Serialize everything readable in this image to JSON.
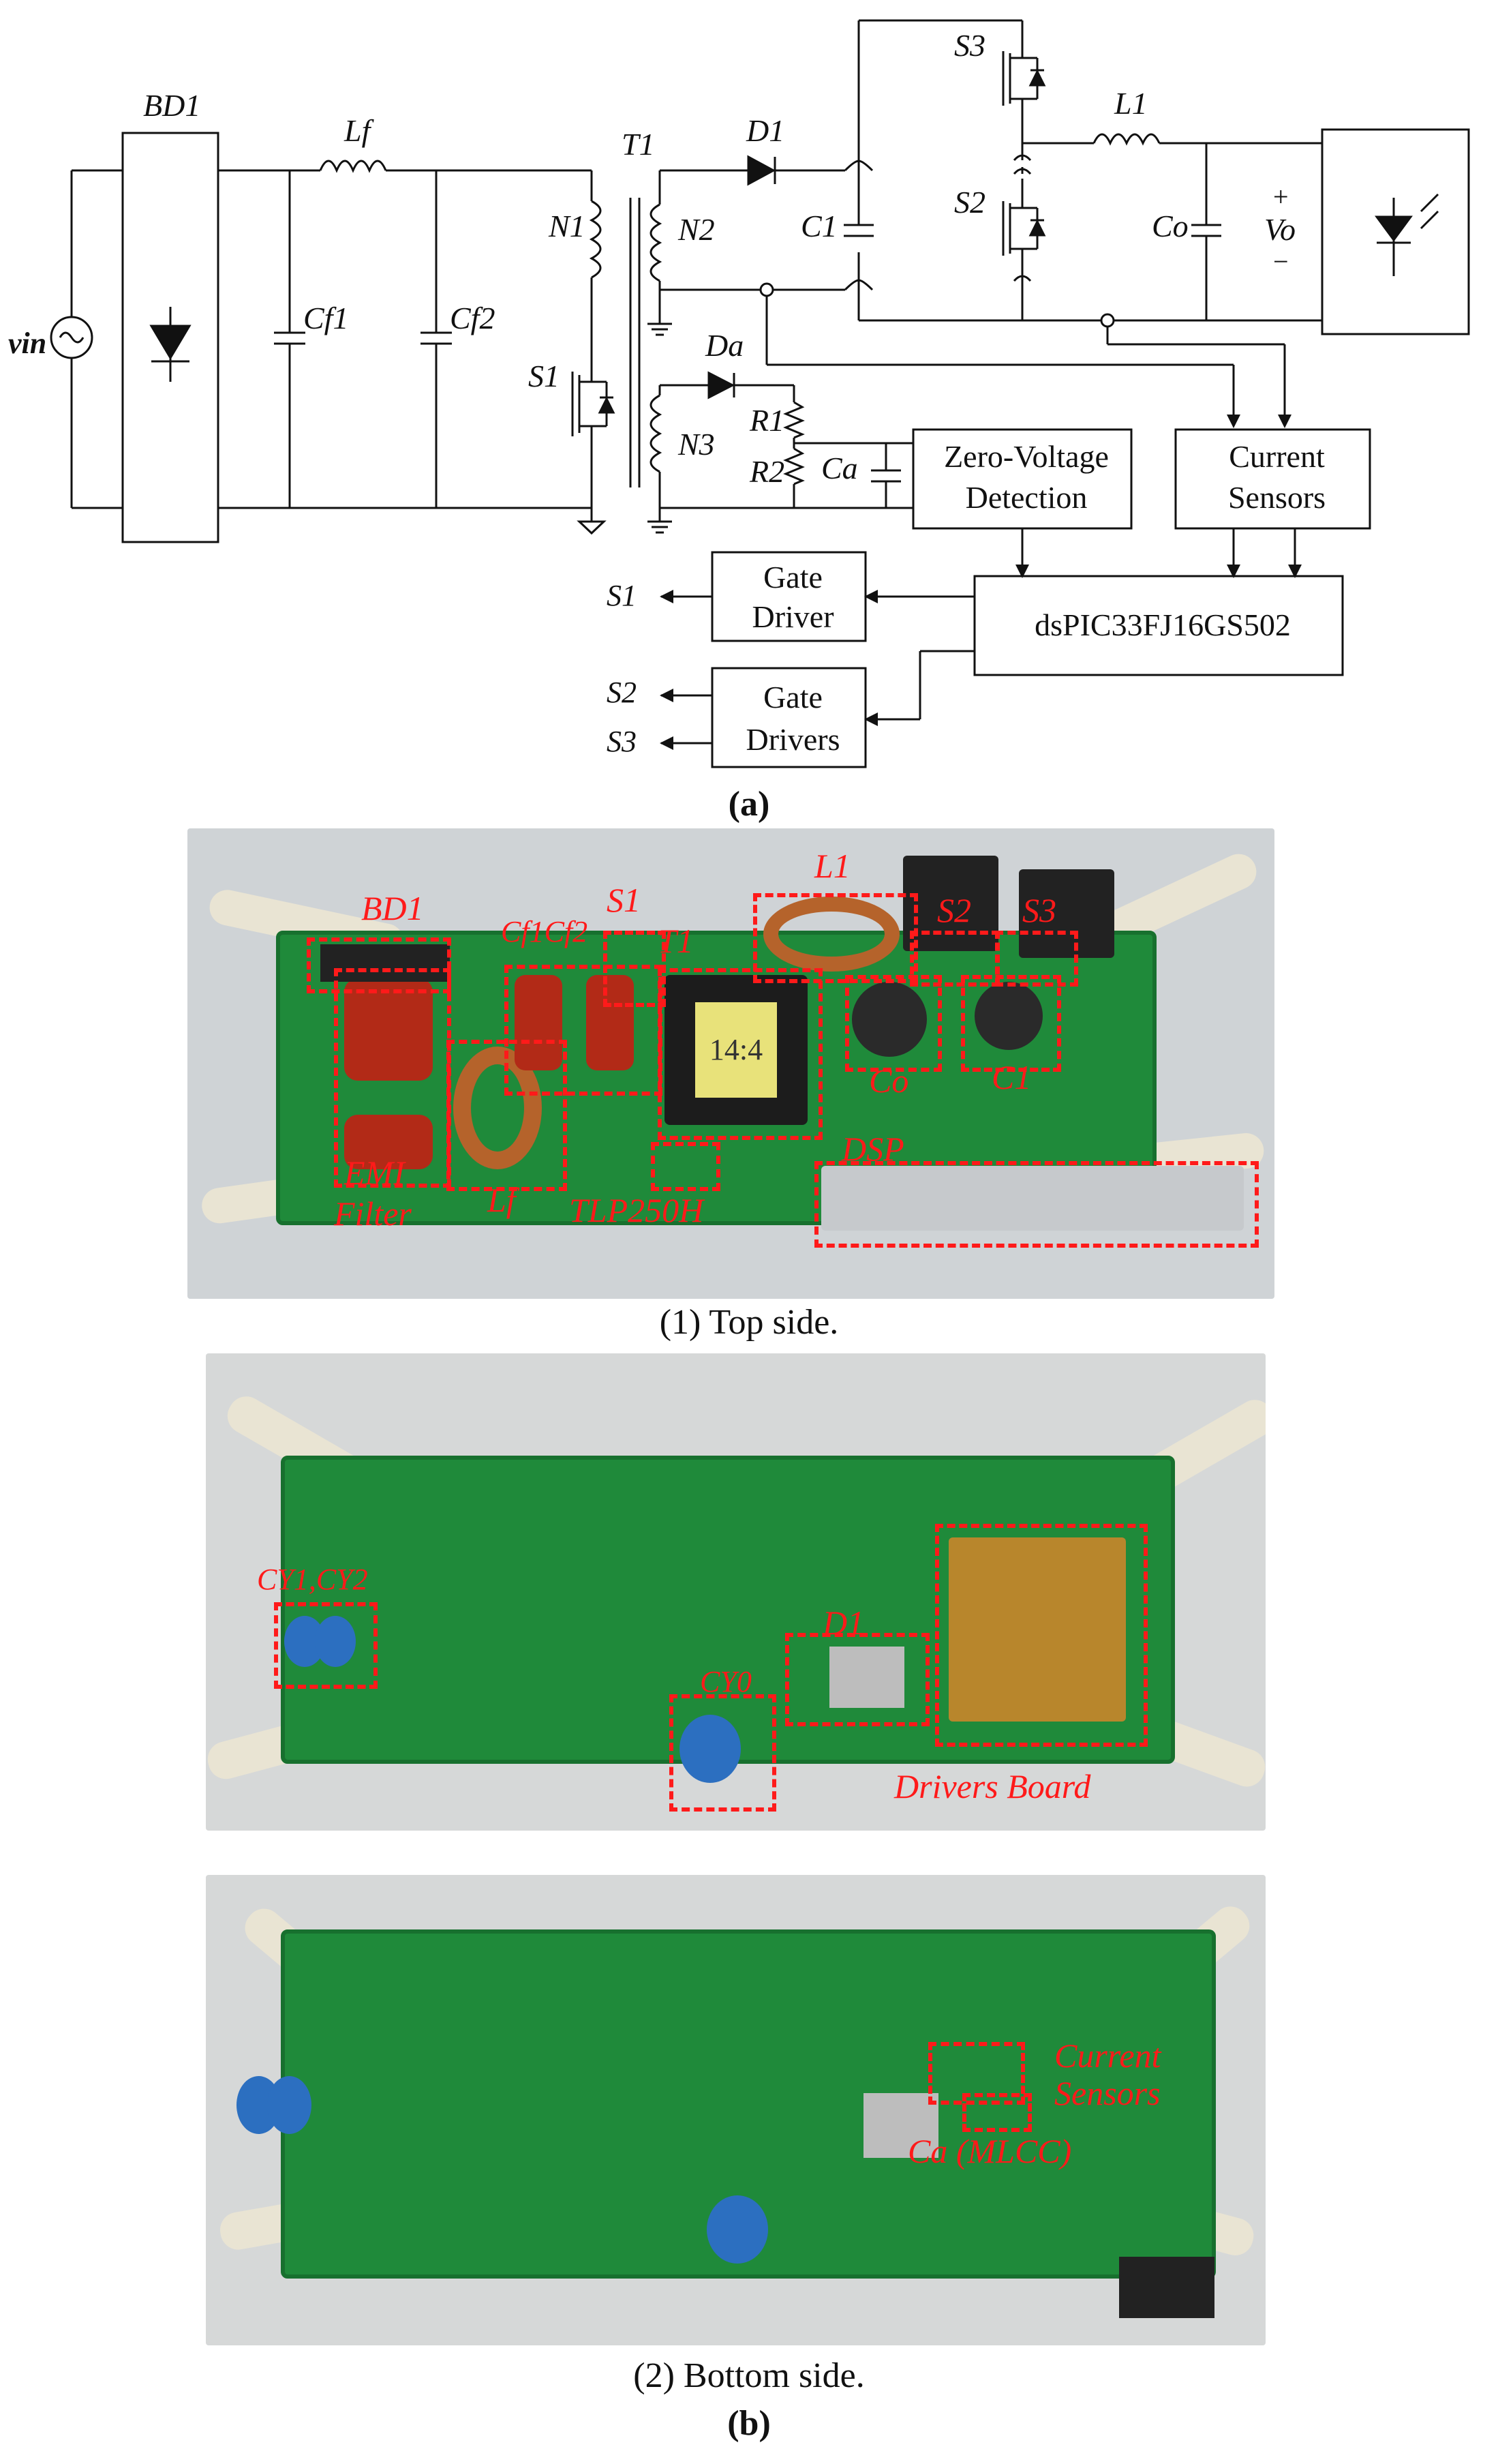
{
  "circuit": {
    "labels": {
      "bd1": "BD1",
      "lf": "Lf",
      "t1": "T1",
      "d1": "D1",
      "s3": "S3",
      "l1": "L1",
      "n1": "N1",
      "n2": "N2",
      "c1": "C1",
      "s2": "S2",
      "co": "Co",
      "vo": "Vo",
      "plus": "+",
      "minus": "−",
      "vin": "vin",
      "cf1": "Cf1",
      "cf2": "Cf2",
      "s1": "S1",
      "da": "Da",
      "n3": "N3",
      "r1": "R1",
      "r2": "R2",
      "ca": "Ca"
    },
    "blocks": {
      "zvd_line1": "Zero-Voltage",
      "zvd_line2": "Detection",
      "cs_line1": "Current",
      "cs_line2": "Sensors",
      "gd1_line1": "Gate",
      "gd1_line2": "Driver",
      "dsp": "dsPIC33FJ16GS502",
      "gd23_line1": "Gate",
      "gd23_line2": "Drivers"
    },
    "outputs": {
      "s1": "S1",
      "s2": "S2",
      "s3": "S3"
    }
  },
  "captions": {
    "a": "(a)",
    "top": "(1) Top side.",
    "bottom": "(2) Bottom side.",
    "b": "(b)"
  },
  "photo_top": {
    "bd1": "BD1",
    "cf": "Cf1Cf2",
    "s1": "S1",
    "t1": "T1",
    "l1": "L1",
    "s2": "S2",
    "s3": "S3",
    "co": "Co",
    "c1": "C1",
    "transformer_mark": "14:4",
    "emi": "EMI",
    "filter": "Filter",
    "lf": "Lf",
    "tlp": "TLP250H",
    "dsp": "DSP"
  },
  "photo_bottom1": {
    "cy": "CY1,CY2",
    "d1": "D1",
    "cy0": "CY0",
    "drivers": "Drivers Board"
  },
  "photo_bottom2": {
    "current_line1": "Current",
    "current_line2": "Sensors",
    "ca": "Ca (MLCC)"
  }
}
